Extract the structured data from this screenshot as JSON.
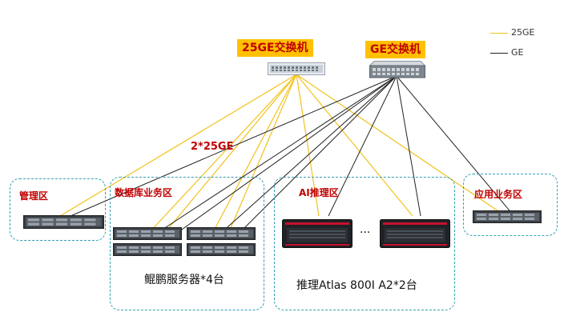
{
  "legend": [
    {
      "label": "25GE",
      "color": "#f2c21b"
    },
    {
      "label": "GE",
      "color": "#222222"
    }
  ],
  "switches": {
    "sw25": {
      "label": "25GE交换机"
    },
    "swge": {
      "label": "GE交换机"
    }
  },
  "annotation": "2*25GE",
  "zones": {
    "mgmt": {
      "title": "管理区"
    },
    "db": {
      "title": "数据库业务区",
      "caption": "鲲鹏服务器*4台"
    },
    "ai": {
      "title": "AI推理区",
      "caption": "推理Atlas 800I A2*2台",
      "ellipsis": "..."
    },
    "app": {
      "title": "应用业务区"
    }
  },
  "colors": {
    "line_25ge": "#f2c21b",
    "line_ge": "#222222",
    "zone_border": "#31a0b5",
    "label_bg": "#ffc000",
    "label_text": "#c00000"
  }
}
